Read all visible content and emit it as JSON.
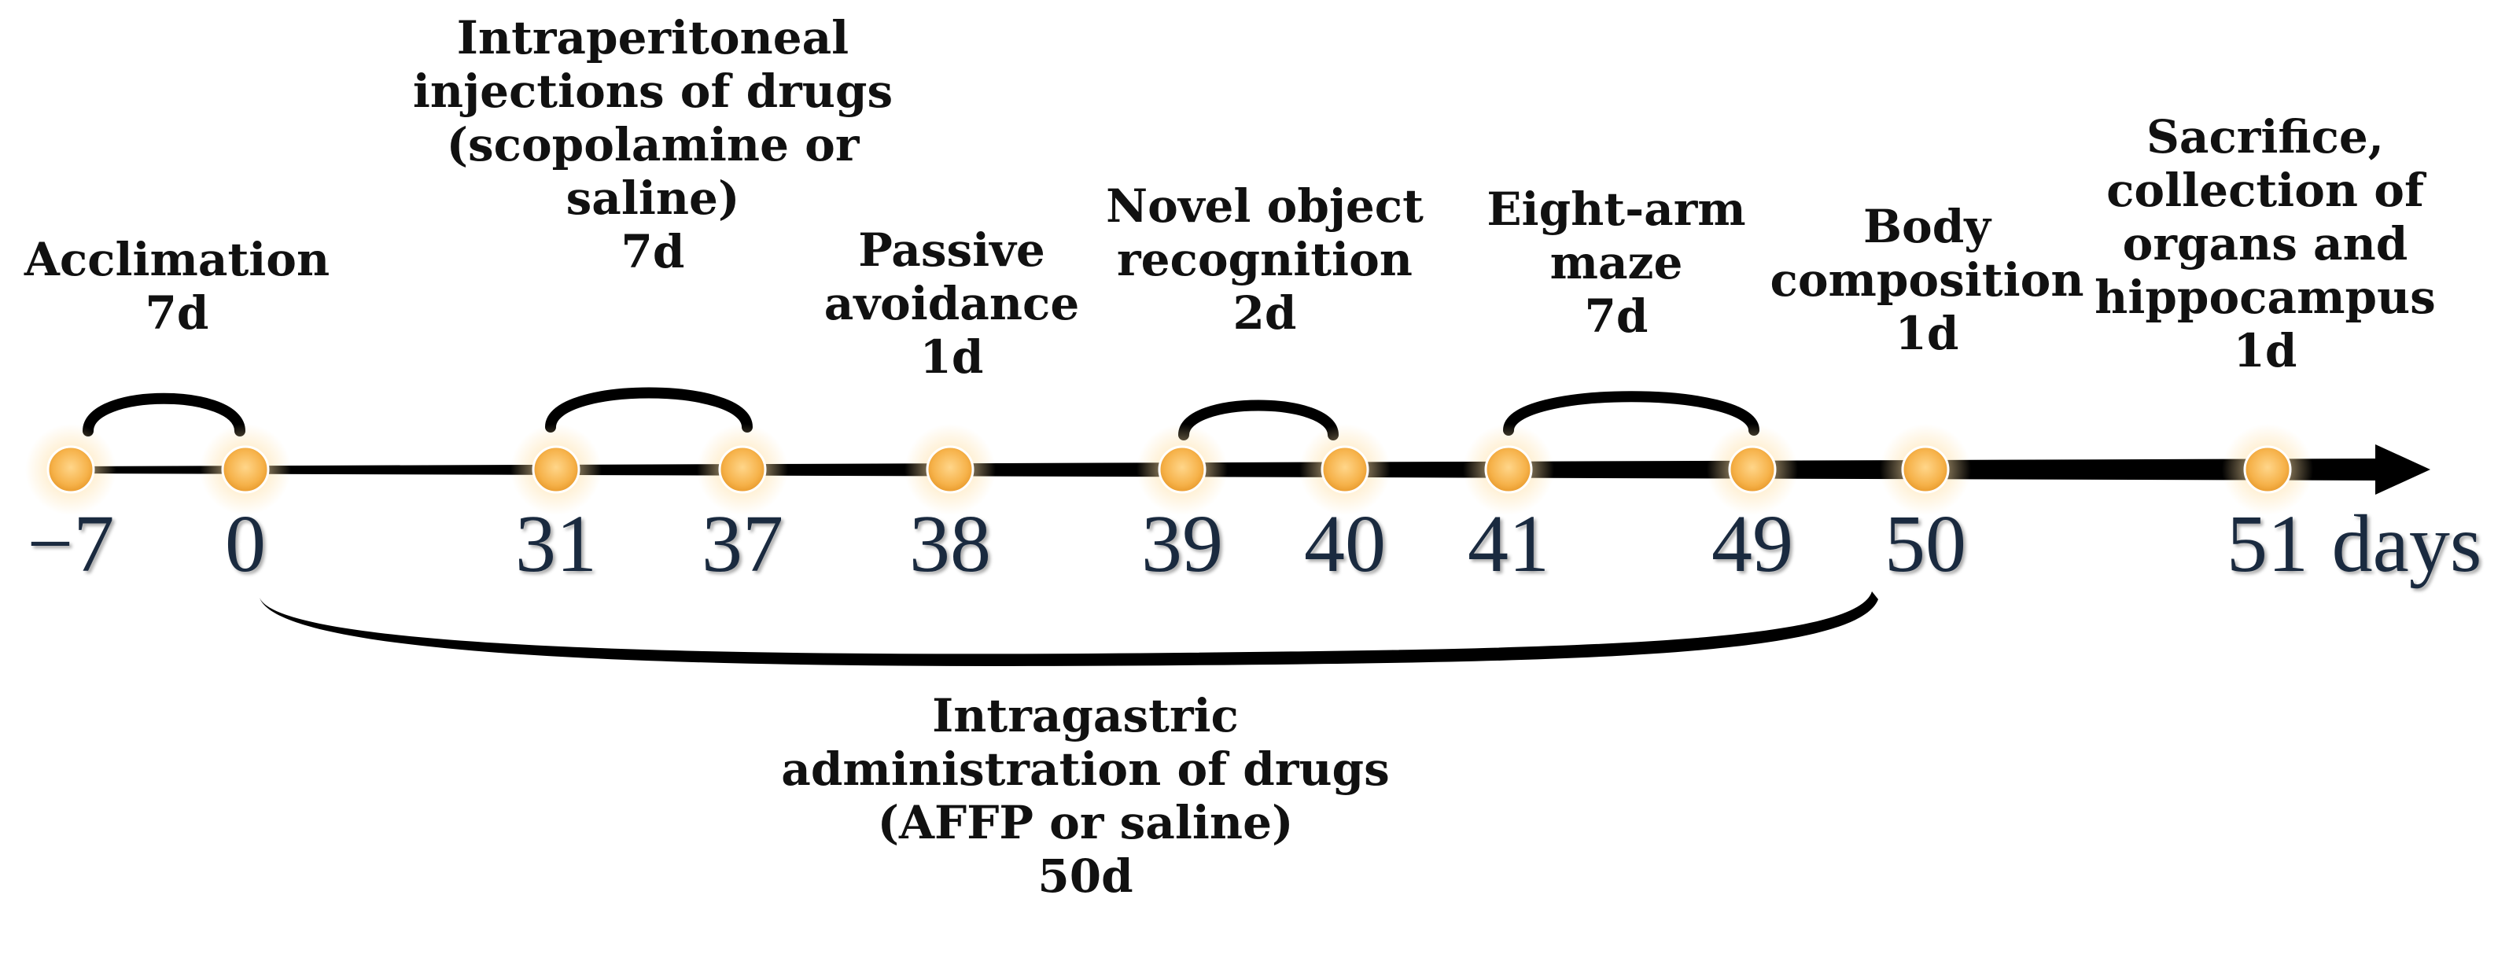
{
  "timeline": {
    "unit_label": "days",
    "colors": {
      "axis": "#000000",
      "dot": "#f6b24a",
      "dot_glow": "#ffe0a6",
      "tick_text": "#1a2a3f"
    },
    "ticks": [
      "−7",
      "0",
      "31",
      "37",
      "38",
      "39",
      "40",
      "41",
      "49",
      "50",
      "51"
    ]
  },
  "phases": [
    {
      "id": "acclimation",
      "lines": [
        "Acclimation",
        "7d"
      ]
    },
    {
      "id": "intraperitoneal",
      "lines": [
        "Intraperitoneal",
        "injections of drugs",
        "(scopolamine or",
        "saline)",
        "7d"
      ]
    },
    {
      "id": "passive-avoidance",
      "lines": [
        "Passive",
        "avoidance",
        "1d"
      ]
    },
    {
      "id": "novel-object",
      "lines": [
        "Novel object",
        "recognition",
        "2d"
      ]
    },
    {
      "id": "eight-arm",
      "lines": [
        "Eight-arm",
        "maze",
        "7d"
      ]
    },
    {
      "id": "body-composition",
      "lines": [
        "Body",
        "composition",
        "1d"
      ]
    },
    {
      "id": "sacrifice",
      "lines": [
        "Sacrifice,",
        "collection of",
        "organs and",
        "hippocampus",
        "1d"
      ]
    },
    {
      "id": "intragastric",
      "lines": [
        "Intragastric",
        "administration of drugs",
        "(AFFP or saline)",
        "50d"
      ]
    }
  ]
}
